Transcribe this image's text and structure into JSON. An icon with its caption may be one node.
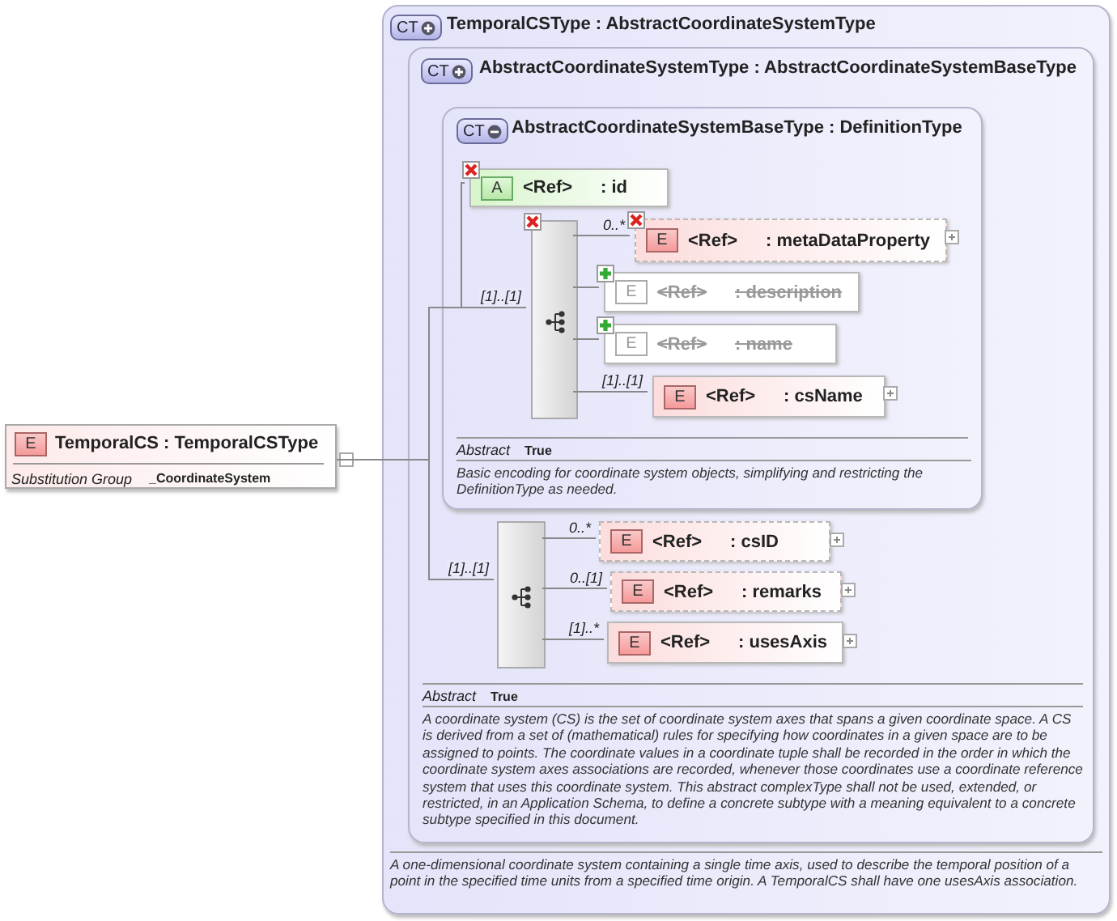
{
  "diagram": {
    "nodes": [
      {
        "text": [
          "E",
          "TemporalCS : TemporalCSType",
          "Substitution Group",
          "_CoordinateSystem"
        ]
      },
      {
        "text": [
          "CT",
          "TemporalCSType : AbstractCoordinateSystemType",
          "A one-dimensional coordinate system containing a single time axis, used to describe the temporal position of a point in the specified time units from a specified time origin. A TemporalCS shall have one usesAxis association."
        ]
      },
      {
        "text": [
          "CT",
          "AbstractCoordinateSystemType : AbstractCoordinateSystemBaseType",
          "Abstract",
          "True",
          "A coordinate system (CS) is the set of coordinate system axes that spans a given coordinate space. A CS is derived from a set of (mathematical) rules for specifying how coordinates in a given space are to be assigned to points. The coordinate values in a coordinate tuple shall be recorded in the order in which the coordinate system axes associations are recorded, whenever those coordinates use a coordinate reference system that uses this coordinate system. This abstract complexType shall not be used, extended, or restricted, in an Application Schema, to define a concrete subtype with a meaning equivalent to a concrete subtype specified in this document."
        ],
        "in": 1
      },
      {
        "text": [
          "CT",
          "AbstractCoordinateSystemBaseType : DefinitionType",
          "Abstract",
          "True",
          "Basic encoding for coordinate system objects, simplifying and restricting the DefinitionType as needed."
        ],
        "in": 2
      },
      {
        "text": [
          "A",
          "<Ref>",
          ": id"
        ],
        "in": 3
      },
      {
        "text": [],
        "shape": "box",
        "in": 3
      },
      {
        "text": [
          "E",
          "<Ref>",
          ": metaDataProperty"
        ],
        "in": 3
      },
      {
        "text": [
          "E",
          "<Ref>",
          ": description"
        ],
        "in": 3
      },
      {
        "text": [
          "E",
          "<Ref>",
          ": name"
        ],
        "in": 3
      },
      {
        "text": [
          "E",
          "<Ref>",
          ": csName"
        ],
        "in": 3
      },
      {
        "text": [],
        "shape": "box",
        "in": 2
      },
      {
        "text": [
          "E",
          "<Ref>",
          ": csID"
        ],
        "in": 2
      },
      {
        "text": [
          "E",
          "<Ref>",
          ": remarks"
        ],
        "in": 2
      },
      {
        "text": [
          "E",
          "<Ref>",
          ": usesAxis"
        ],
        "in": 2
      }
    ],
    "edges": [
      {
        "from": 0,
        "to": 4,
        "arrow": "none"
      },
      {
        "from": 0,
        "to": 5,
        "arrow": "none",
        "label": "[1]..[1]"
      },
      {
        "from": 0,
        "to": 10,
        "arrow": "none",
        "label": "[1]..[1]"
      },
      {
        "from": 5,
        "to": 6,
        "arrow": "none",
        "label": "0..*"
      },
      {
        "from": 5,
        "to": 7,
        "arrow": "none"
      },
      {
        "from": 5,
        "to": 8,
        "arrow": "none"
      },
      {
        "from": 5,
        "to": 9,
        "arrow": "none",
        "label": "[1]..[1]"
      },
      {
        "from": 10,
        "to": 11,
        "arrow": "none",
        "label": "0..*"
      },
      {
        "from": 10,
        "to": 12,
        "arrow": "none",
        "label": "0..[1]"
      },
      {
        "from": 10,
        "to": 13,
        "arrow": "none",
        "label": "[1]..*"
      }
    ]
  }
}
